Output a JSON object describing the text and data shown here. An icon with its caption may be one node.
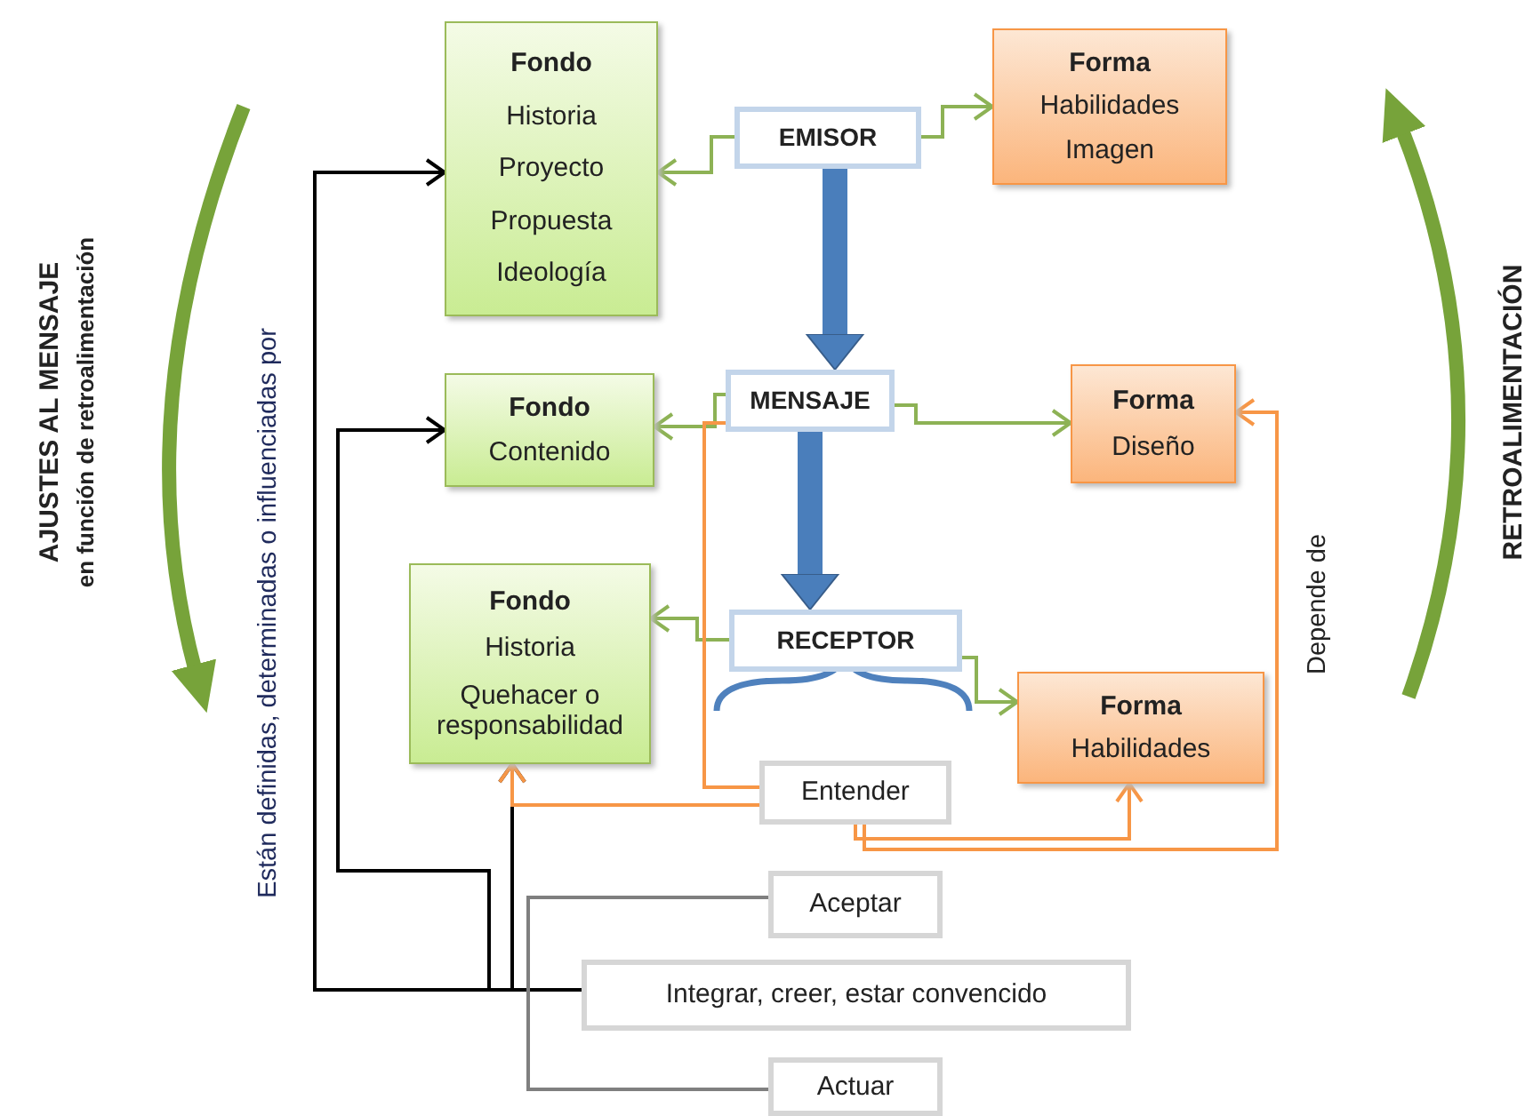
{
  "diagram": {
    "nodes": [
      {
        "text": [
          "Fondo",
          "Historia",
          "Proyecto",
          "Propuesta",
          "Ideología"
        ]
      },
      {
        "text": [
          "EMISOR"
        ]
      },
      {
        "text": [
          "Forma",
          "Habilidades",
          "Imagen"
        ]
      },
      {
        "text": [
          "Fondo",
          "Contenido"
        ]
      },
      {
        "text": [
          "MENSAJE"
        ]
      },
      {
        "text": [
          "Forma",
          "Diseño"
        ]
      },
      {
        "text": [
          "Fondo",
          "Historia",
          "Quehacer o responsabilidad"
        ]
      },
      {
        "text": [
          "RECEPTOR"
        ]
      },
      {
        "text": [
          "Forma",
          "Habilidades"
        ]
      },
      {
        "text": [
          "Entender"
        ]
      },
      {
        "text": [
          "Aceptar"
        ]
      },
      {
        "text": [
          "Integrar, creer, estar convencido"
        ]
      },
      {
        "text": [
          "Actuar"
        ]
      }
    ],
    "edges": [
      {
        "from": 1,
        "to": 0,
        "arrow": "to",
        "color": "#8db255"
      },
      {
        "from": 1,
        "to": 2,
        "arrow": "to",
        "color": "#8db255"
      },
      {
        "from": 4,
        "to": 3,
        "arrow": "to",
        "color": "#8db255"
      },
      {
        "from": 4,
        "to": 5,
        "arrow": "to",
        "color": "#8db255"
      },
      {
        "from": 7,
        "to": 6,
        "arrow": "to",
        "color": "#8db255"
      },
      {
        "from": 7,
        "to": 8,
        "arrow": "to",
        "color": "#8db255"
      },
      {
        "from": 1,
        "to": 4,
        "arrow": "to",
        "style": "thick",
        "color": "#4a7ebb"
      },
      {
        "from": 4,
        "to": 7,
        "arrow": "to",
        "style": "thick",
        "color": "#4a7ebb"
      },
      {
        "from": 11,
        "to": 0,
        "arrow": "to",
        "color": "#000000"
      },
      {
        "from": 11,
        "to": 3,
        "arrow": "to",
        "color": "#000000"
      },
      {
        "from": 11,
        "to": 6,
        "arrow": "to",
        "color": "#000000"
      },
      {
        "from": 10,
        "to": 12,
        "arrow": "none",
        "color": "#7f7f7f"
      },
      {
        "from": 4,
        "to": 9,
        "arrow": "none",
        "color": "#f79646"
      },
      {
        "from": 9,
        "to": 6,
        "arrow": "to",
        "color": "#f79646"
      },
      {
        "from": 9,
        "to": 8,
        "arrow": "to",
        "color": "#f79646"
      },
      {
        "from": 9,
        "to": 5,
        "arrow": "to",
        "color": "#f79646"
      }
    ],
    "labels": [
      "AJUSTES AL MENSAJE",
      "en función de retroalimentación",
      "Están definidas, determinadas o influenciadas por",
      "Depende de",
      "RETROALIMENTACIÓN"
    ]
  }
}
